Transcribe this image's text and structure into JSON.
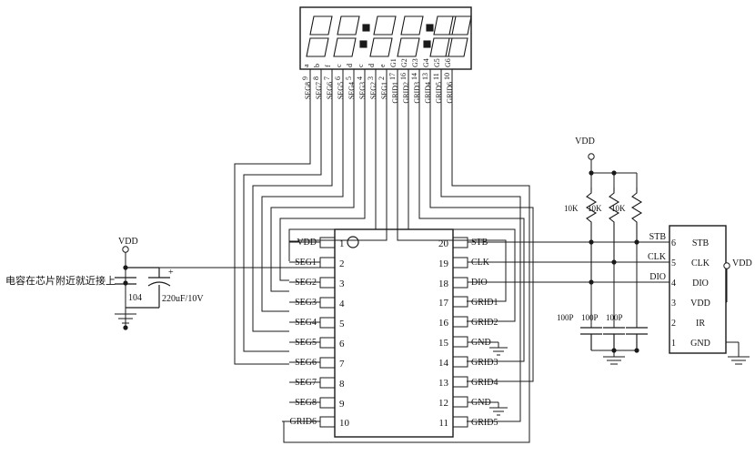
{
  "title": "LED Display Driver Schematic",
  "display": {
    "name": "6-digit-7-segment-display",
    "digits": 6,
    "colons": 2,
    "pin_labels_top": [
      "a",
      "b",
      "f",
      "c",
      "d",
      "c",
      "d",
      "e",
      "G1",
      "G2",
      "G3",
      "G4",
      "G5",
      "G6"
    ],
    "pin_numbers": [
      "9",
      "8",
      "7",
      "6",
      "5",
      "4",
      "3",
      "2",
      "17",
      "16",
      "14",
      "13",
      "11",
      "10"
    ],
    "signal_names": [
      "SEG8",
      "SEG7",
      "SEG6",
      "SEG5",
      "SEG4",
      "SEG3",
      "SEG2",
      "SEG1",
      "GRID1",
      "GRID2",
      "GRID3",
      "GRID4",
      "GRID5",
      "GRID6"
    ]
  },
  "ic": {
    "name": "display-driver-ic",
    "left_pins": [
      {
        "num": "1",
        "label": "VDD"
      },
      {
        "num": "2",
        "label": "SEG1"
      },
      {
        "num": "3",
        "label": "SEG2"
      },
      {
        "num": "4",
        "label": "SEG3"
      },
      {
        "num": "5",
        "label": "SEG4"
      },
      {
        "num": "6",
        "label": "SEG5"
      },
      {
        "num": "7",
        "label": "SEG6"
      },
      {
        "num": "8",
        "label": "SEG7"
      },
      {
        "num": "9",
        "label": "SEG8"
      },
      {
        "num": "10",
        "label": "GRID6"
      }
    ],
    "right_pins": [
      {
        "num": "20",
        "label": "STB"
      },
      {
        "num": "19",
        "label": "CLK"
      },
      {
        "num": "18",
        "label": "DIO"
      },
      {
        "num": "17",
        "label": "GRID1"
      },
      {
        "num": "16",
        "label": "GRID2"
      },
      {
        "num": "15",
        "label": "GND"
      },
      {
        "num": "14",
        "label": "GRID3"
      },
      {
        "num": "13",
        "label": "GRID4"
      },
      {
        "num": "12",
        "label": "GND"
      },
      {
        "num": "11",
        "label": "GRID5"
      }
    ]
  },
  "power_left": {
    "vdd_label": "VDD",
    "note_cn": "电容在芯片附近就近接上",
    "cap_ceramic": "104",
    "cap_electrolytic": "220uF/10V",
    "polarity_mark": "+"
  },
  "pullups": {
    "vdd_label": "VDD",
    "resistors": [
      "10K",
      "10K",
      "10K"
    ]
  },
  "filter_caps": {
    "values": [
      "100P",
      "100P",
      "100P"
    ]
  },
  "signal_labels": {
    "stb": "STB",
    "clk": "CLK",
    "dio": "DIO"
  },
  "connector": {
    "name": "interface-header",
    "vdd_label": "VDD",
    "pins": [
      {
        "num": "6",
        "label": "STB"
      },
      {
        "num": "5",
        "label": "CLK"
      },
      {
        "num": "4",
        "label": "DIO"
      },
      {
        "num": "3",
        "label": "VDD"
      },
      {
        "num": "2",
        "label": "IR"
      },
      {
        "num": "1",
        "label": "GND"
      }
    ]
  },
  "colors": {
    "line": "#1a1a1a",
    "text": "#111111",
    "background": "#ffffff"
  }
}
